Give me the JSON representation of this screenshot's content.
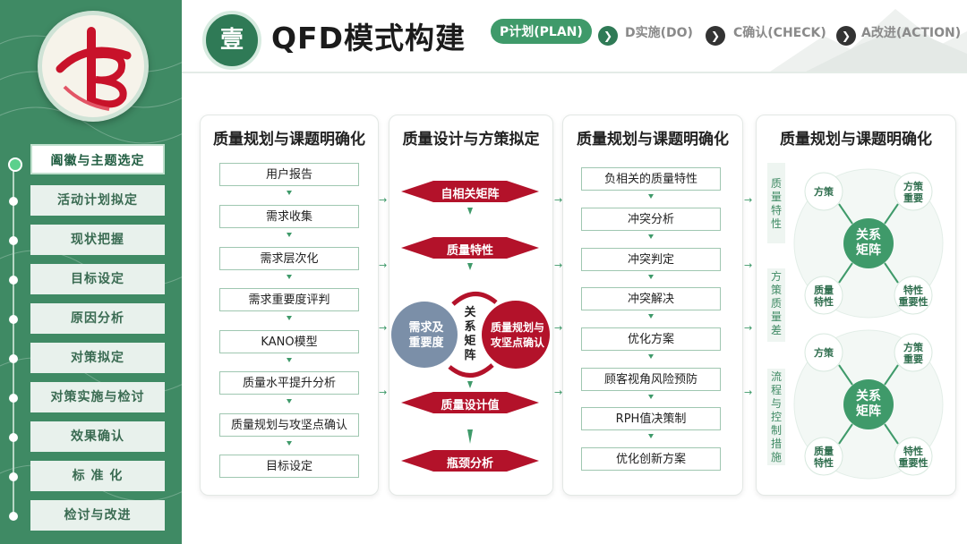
{
  "logo": {
    "icon": "logo-emblem-icon"
  },
  "sidebar": {
    "items": [
      {
        "label": "阖徽与主题选定",
        "active": true
      },
      {
        "label": "活动计划拟定"
      },
      {
        "label": "现状把握"
      },
      {
        "label": "目标设定"
      },
      {
        "label": "原因分析"
      },
      {
        "label": "对策拟定"
      },
      {
        "label": "对策实施与检讨"
      },
      {
        "label": "效果确认"
      },
      {
        "label": "标 准 化"
      },
      {
        "label": "检讨与改进"
      }
    ]
  },
  "header": {
    "badge": "壹",
    "title": "QFD模式构建",
    "stages": [
      "P计划(PLAN)",
      "D实施(DO)",
      "C确认(CHECK)",
      "A改进(ACTION)"
    ],
    "active_stage": "P计划(PLAN)"
  },
  "columns": {
    "col1": {
      "title": "质量规划与课题明确化",
      "steps": [
        "用户报告",
        "需求收集",
        "需求层次化",
        "需求重要度评判",
        "KANO模型",
        "质量水平提升分析",
        "质量规划与攻坚点确认",
        "目标设定"
      ]
    },
    "col2": {
      "title": "质量设计与方策拟定",
      "diamonds": [
        "自相关矩阵",
        "质量特性",
        "质量设计值",
        "瓶颈分析"
      ],
      "cycle": {
        "left": "需求及\n重要度",
        "middle": "关系\n矩阵",
        "right": "质量规划与\n攻坚点确认"
      }
    },
    "col3": {
      "title": "质量规划与课题明确化",
      "steps": [
        "负相关的质量特性",
        "冲突分析",
        "冲突判定",
        "冲突解决",
        "优化方案",
        "顾客视角风险预防",
        "RPH值决策制",
        "优化创新方案"
      ]
    },
    "col4": {
      "title": "质量规划与课题明确化",
      "side_labels": [
        "质量特性",
        "方策质量差",
        "流程与控制措施"
      ],
      "matrices": [
        {
          "center": "关系\n矩阵",
          "top_left": "方策",
          "top_right": "方策\n重要",
          "bottom_left": "质量\n特性",
          "bottom_right": "特性\n重要性"
        },
        {
          "center": "关系\n矩阵",
          "top_left": "方策",
          "top_right": "方策\n重要",
          "bottom_left": "质量\n特性",
          "bottom_right": "特性\n重要性"
        }
      ]
    }
  },
  "colors": {
    "brand_green": "#3f8a64",
    "accent_red": "#b3122a",
    "cycle_grey": "#7b8fa8"
  }
}
